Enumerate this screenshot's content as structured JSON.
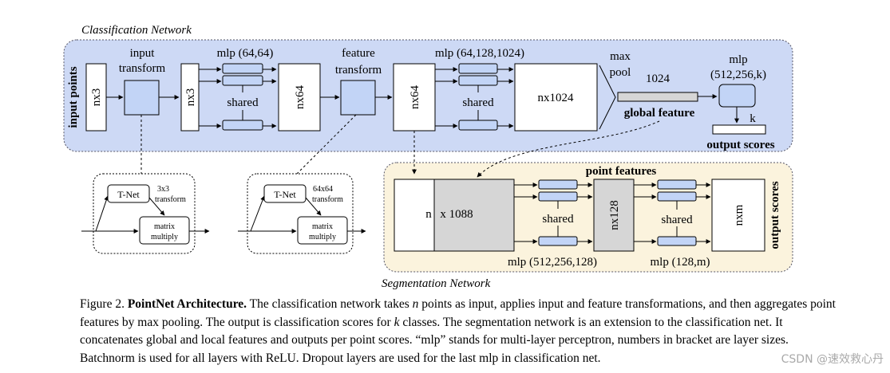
{
  "classification": {
    "title": "Classification Network",
    "input_points": "input points",
    "nx3_a": "nx3",
    "input_transform": [
      "input",
      "transform"
    ],
    "nx3_b": "nx3",
    "mlp1_label": "mlp (64,64)",
    "shared": "shared",
    "nx64_a": "nx64",
    "feature_transform": [
      "feature",
      "transform"
    ],
    "nx64_b": "nx64",
    "mlp2_label": "mlp (64,128,1024)",
    "nx1024": "nx1024",
    "max_pool": [
      "max",
      "pool"
    ],
    "dim_1024": "1024",
    "global_feature": "global feature",
    "mlp3_label": [
      "mlp",
      "(512,256,k)"
    ],
    "k": "k",
    "output_scores": "output scores"
  },
  "tnets": [
    {
      "tnet": "T-Net",
      "transform": [
        "3x3",
        "transform"
      ],
      "matrix": [
        "matrix",
        "multiply"
      ]
    },
    {
      "tnet": "T-Net",
      "transform": [
        "64x64",
        "transform"
      ],
      "matrix": [
        "matrix",
        "multiply"
      ]
    }
  ],
  "segmentation": {
    "title": "Segmentation Network",
    "n": "n",
    "x1088": "x 1088",
    "point_features": "point features",
    "shared": "shared",
    "mlp4_label": "mlp (512,256,128)",
    "nx128": "nx128",
    "mlp5_label": "mlp (128,m)",
    "nxm": "nxm",
    "output_scores": "output scores"
  },
  "caption": {
    "label": "Figure 2.",
    "title": "PointNet Architecture.",
    "p1": " The classification network takes ",
    "n": "n",
    "p2": " points as input, applies input and feature transformations, and then aggregates point features by max pooling. The output is classification scores for ",
    "k": "k",
    "p3": " classes. The segmentation network is an extension to the classification net. It concatenates global and local features and outputs per point scores. “mlp” stands for multi-layer perceptron, numbers in bracket are layer sizes. Batchnorm is used for all layers with ReLU. Dropout layers are used for the last mlp in classification net."
  },
  "watermark": "CSDN @速效救心丹",
  "colors": {
    "classification_panel": "#cdd9f5",
    "segmentation_panel": "#fbf3dd",
    "blue_box": "#c2d4f6",
    "gray_box": "#d6d6d6"
  }
}
